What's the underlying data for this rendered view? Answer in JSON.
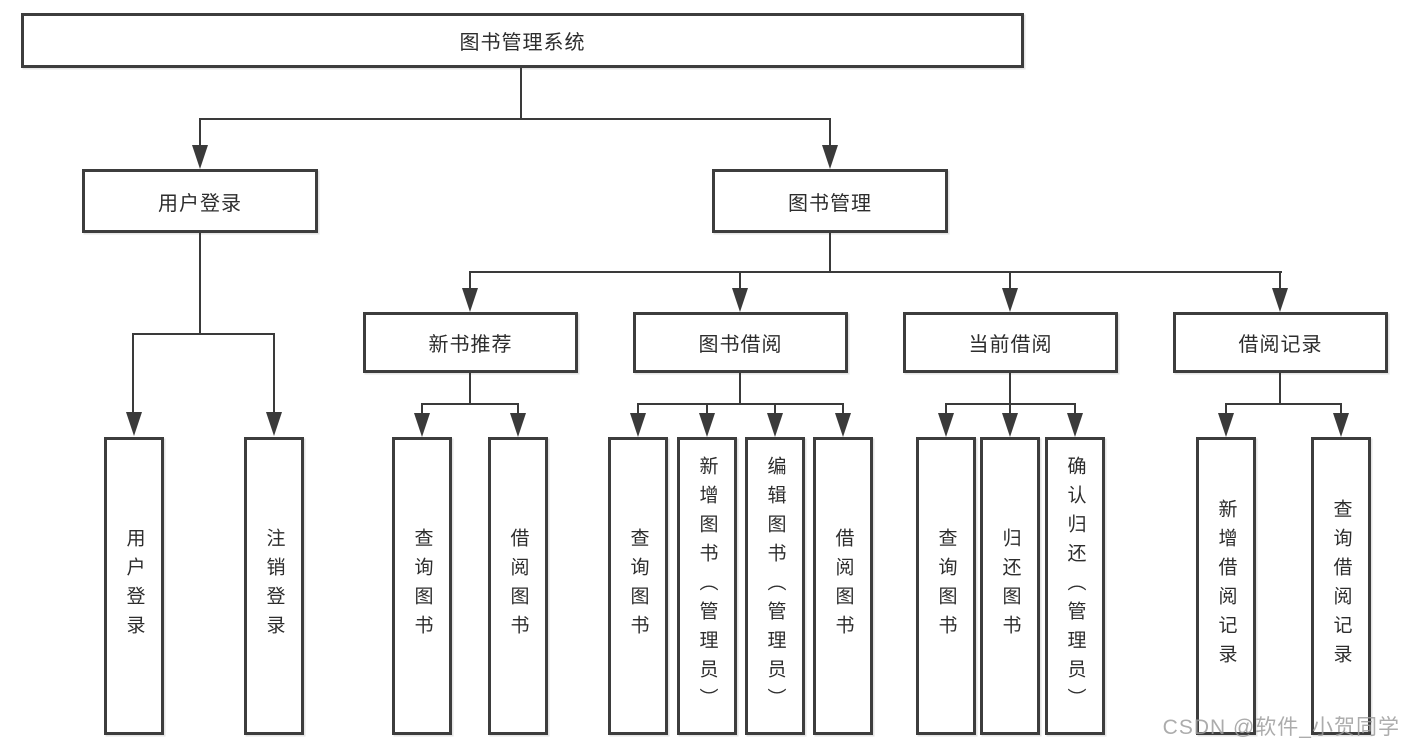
{
  "diagram": {
    "root": {
      "label": "图书管理系统"
    },
    "branches": {
      "user_login": {
        "label": "用户登录",
        "children": [
          {
            "label": "用户登录"
          },
          {
            "label": "注销登录"
          }
        ]
      },
      "book_management": {
        "label": "图书管理",
        "children": {
          "new_book_recommend": {
            "label": "新书推荐",
            "children": [
              {
                "label": "查询图书"
              },
              {
                "label": "借阅图书"
              }
            ]
          },
          "book_borrowing": {
            "label": "图书借阅",
            "children": [
              {
                "label": "查询图书"
              },
              {
                "label": "新增图书（管理员）"
              },
              {
                "label": "编辑图书（管理员）"
              },
              {
                "label": "借阅图书"
              }
            ]
          },
          "current_borrowing": {
            "label": "当前借阅",
            "children": [
              {
                "label": "查询图书"
              },
              {
                "label": "归还图书"
              },
              {
                "label": "确认归还（管理员）"
              }
            ]
          },
          "borrowing_records": {
            "label": "借阅记录",
            "children": [
              {
                "label": "新增借阅记录"
              },
              {
                "label": "查询借阅记录"
              }
            ]
          }
        }
      }
    },
    "watermark": "CSDN @软件_小贺同学",
    "colors": {
      "line": "#3a3a3a",
      "box_border": "#3d3d3d",
      "text": "#2d2d2d",
      "watermark": "#9e9e9e",
      "background": "#ffffff"
    }
  }
}
